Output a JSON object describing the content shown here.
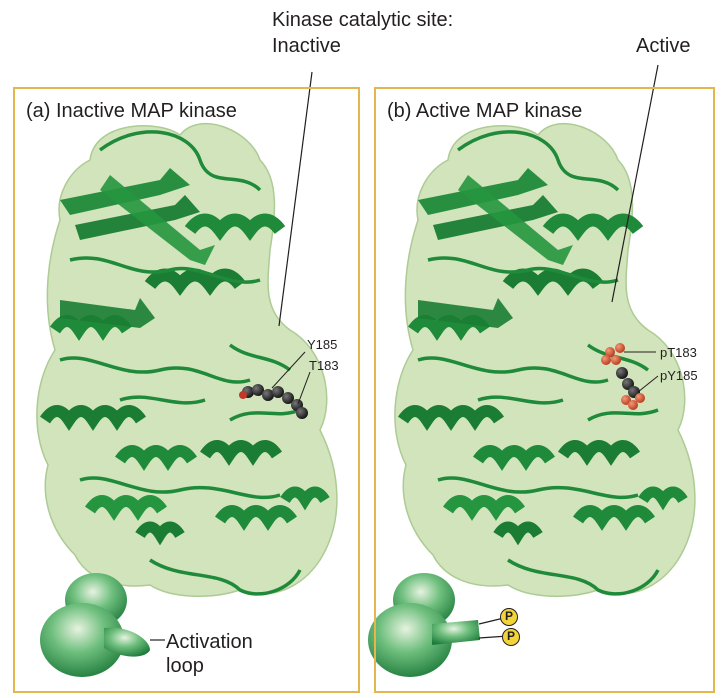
{
  "header": {
    "catalytic_site_line1": "Kinase catalytic site:",
    "catalytic_site_line2": "Inactive",
    "active_label": "Active"
  },
  "panel_a": {
    "title": "(a) Inactive MAP kinase",
    "residue_1": "Y185",
    "residue_2": "T183",
    "cartoon_label_line1": "Activation",
    "cartoon_label_line2": "loop"
  },
  "panel_b": {
    "title": "(b) Active MAP kinase",
    "residue_1": "pT183",
    "residue_2": "pY185",
    "phosphate_1": "P",
    "phosphate_2": "P"
  },
  "colors": {
    "frame": "#e3b64e",
    "surface": "#cfe3b8",
    "ribbon": "#1f8a3a",
    "phosphate": "#f2d43a",
    "phospho_atom": "#d9552b",
    "atom": "#2a2a2a"
  }
}
